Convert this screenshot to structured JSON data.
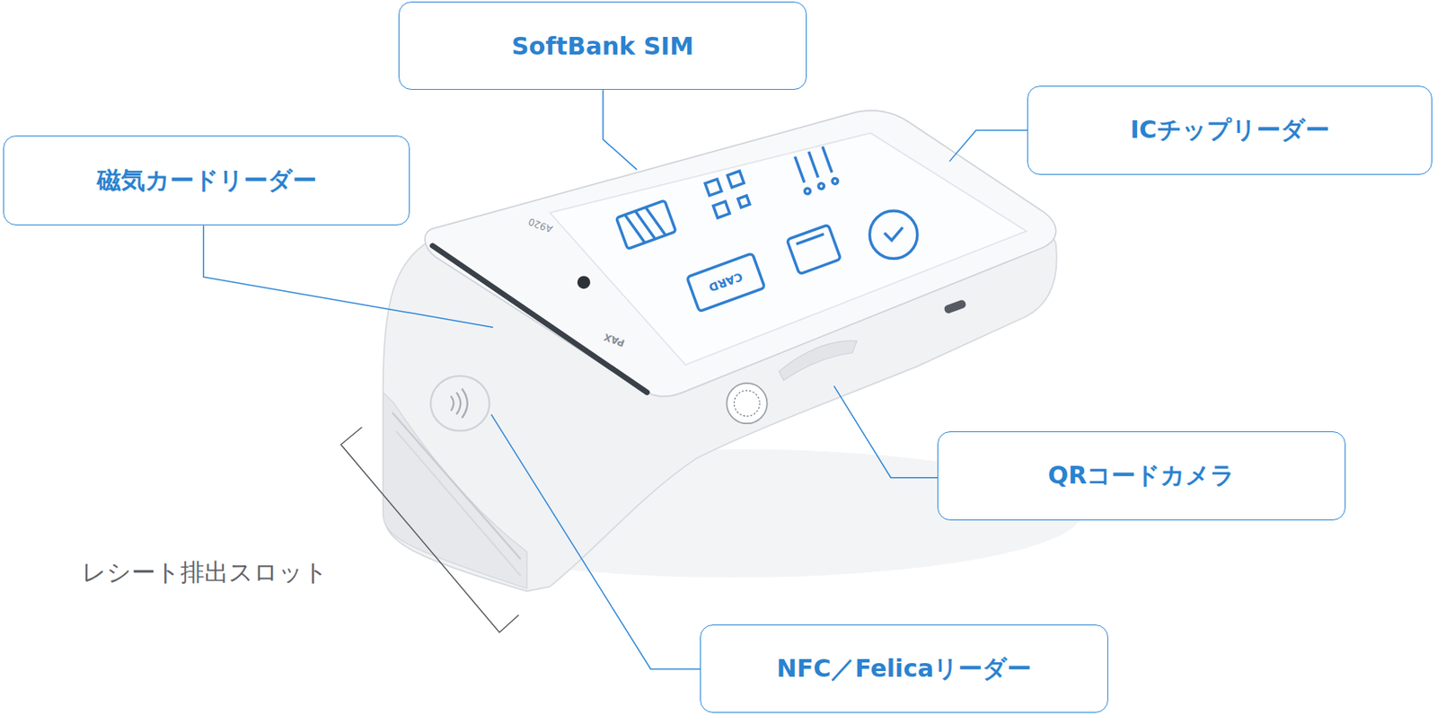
{
  "diagram": {
    "nodes": [
      {
        "text": [
          "SoftBank SIM"
        ]
      },
      {
        "text": [
          "磁気カードリーダー"
        ]
      },
      {
        "text": [
          "ICチップリーダー"
        ]
      },
      {
        "text": [
          "QRコードカメラ"
        ]
      },
      {
        "text": [
          "NFC／Felicaリーダー"
        ]
      }
    ],
    "labels": [
      "レシート排出スロット",
      "A920",
      "PAX",
      "CARD"
    ]
  }
}
